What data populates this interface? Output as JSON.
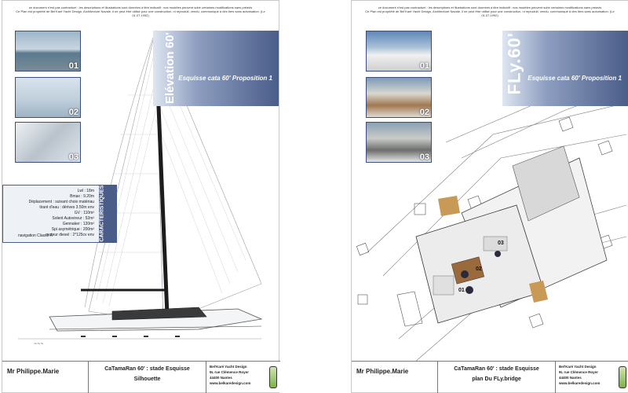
{
  "pages": {
    "left": {
      "disclaimer_1": "ce document n'est pas contractuel : les descriptions et illustrations sont données à titre indicatif : nos modèles peuvent subir certaines modifications sans préavis",
      "disclaimer_2": "Ce Plan est propriété de Bel'Karé Yacht Design, Architecture Navale, il ne peut être utilisé pour une construction, ni reproduit, vendu, communiqué à des tiers sans autorisation. (Le 01.07.1992)",
      "banner_title": "Elévation 60'",
      "banner_subtitle": "Esquisse cata 60' Proposition 1",
      "thumbs": [
        "01",
        "02",
        "03"
      ],
      "specs_heading": "CARACTERISTIQUES",
      "specs": [
        "Lwl : 18m",
        "Bmax : 9.20m",
        "Déplacement : suivant choix matériau",
        "tirant d'eau : dérives 3.50m env",
        "GV : 110m²",
        "Solent Autovireur : 52m²",
        "Gennaker : 120m²",
        "Spi asymétrique : 200m²",
        "moteur diesel : 2*125cv env"
      ],
      "spec_note": "navigation Classe A",
      "titleblock": {
        "client": "Mr Philippe.Marie",
        "project": "CaTamaRan 60' : stade Esquisse",
        "sheet": "Silhouette",
        "company": [
          "Bel'Karé Yacht Design",
          "9L rue Clémence Royer",
          "44400 Nantes",
          "www.belkaredesign.com"
        ]
      }
    },
    "right": {
      "disclaimer_1": "ce document n'est pas contractuel : les descriptions et illustrations sont données à titre indicatif : nos modèles peuvent subir certaines modifications sans préavis",
      "disclaimer_2": "Ce Plan est propriété de Bel'Karé Yacht Design, Architecture Navale, il ne peut être utilisé pour une construction, ni reproduit, vendu, communiqué à des tiers sans autorisation. (Le 01.07.1992)",
      "banner_title": "FLy.60'",
      "banner_subtitle": "Esquisse cata 60' Proposition 1",
      "thumbs": [
        "01",
        "02",
        "03"
      ],
      "callouts": [
        "01",
        "02",
        "03"
      ],
      "titleblock": {
        "client": "Mr Philippe.Marie",
        "project": "CaTamaRan 60' : stade Esquisse",
        "sheet": "plan Du FLy.bridge",
        "company": [
          "Bel'Karé Yacht Design",
          "9L rue Clémence Royer",
          "44400 Nantes",
          "www.belkaredesign.com"
        ]
      }
    }
  },
  "colors": {
    "banner": "#4a5d89",
    "banner_light": "#dfe6f1",
    "logo": "#7fb04a"
  }
}
